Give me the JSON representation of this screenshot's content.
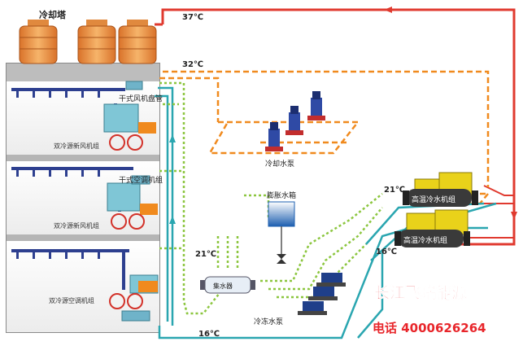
{
  "labels": {
    "cooling_tower": "冷却塔",
    "temp_37": "37℃",
    "temp_32": "32℃",
    "fan_coil": "干式风机盘管",
    "ahu_fresh_1": "双冷源新风机组",
    "dry_ac": "干式空调机组",
    "ahu_fresh_2": "双冷源新风机组",
    "ahu_ac": "双冷源空调机组",
    "cooling_pump": "冷却水泵",
    "expansion_tank": "膨胀水箱",
    "temp_21_left": "21℃",
    "collector": "集水器",
    "chilled_pump": "冷冻水泵",
    "temp_16_bottom": "16℃",
    "temp_21_right": "21℃",
    "temp_16_right": "16℃",
    "chiller_top": "高温冷水机组",
    "chiller_bottom": "高温冷水机组",
    "brand": "长江飞瑞能源",
    "phone": "电话 4000626264"
  },
  "colors": {
    "hot_water": "#e03a2f",
    "cooling_loop": "#f08a1e",
    "chilled_supply": "#2aa6b0",
    "chilled_return": "#8cc63f",
    "building": "#c8c8c8",
    "brand": "#e8262b"
  }
}
